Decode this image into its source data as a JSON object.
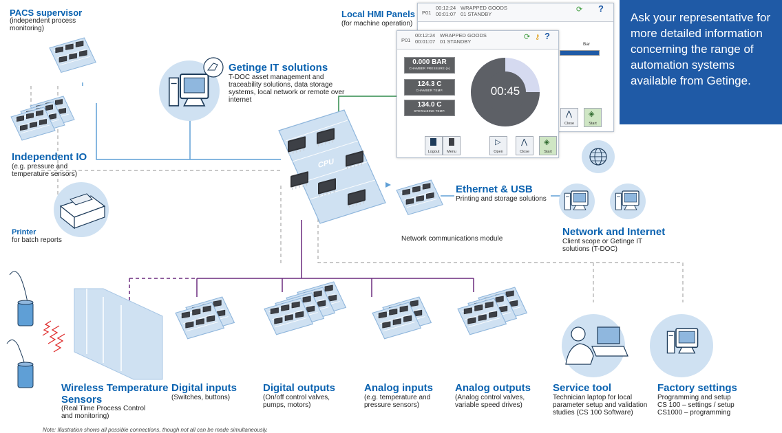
{
  "callout": {
    "text": "Ask your representative for more detailed information concerning the range of automation systems available from Getinge."
  },
  "pacs": {
    "title": "PACS supervisor",
    "sub": "(independent process monitoring)"
  },
  "hmi": {
    "title": "Local HMI Panels",
    "sub": "(for machine operation)",
    "back": {
      "id": "P01",
      "time1": "00:12:24",
      "time2": "00:01:07",
      "status1": "WRAPPED GOODS",
      "status2": "01 STANDBY",
      "unit": "Bar"
    },
    "front": {
      "id": "P01",
      "time1": "00:12:24",
      "time2": "00:01:07",
      "status1": "WRAPPED GOODS",
      "status2": "01 STANDBY",
      "stats": [
        {
          "value": "0.000 BAR",
          "label": "CHAMBER PRESSURE (e)"
        },
        {
          "value": "124.3 C",
          "label": "CHAMBER TEMP."
        },
        {
          "value": "134.0 C",
          "label": "STERILIZING TEMP."
        }
      ],
      "timer": "00:45",
      "timer_progress": 0.25,
      "buttons": {
        "logout": "Logout",
        "menu": "Menu",
        "open": "Open",
        "close": "Close",
        "start": "Start"
      }
    }
  },
  "getinge_it": {
    "title": "Getinge IT solutions",
    "sub": "T-DOC asset management and traceability solutions, data storage systems, local network or remote over internet"
  },
  "indep_io": {
    "title": "Independent IO",
    "sub": "(e.g. pressure and temperature sensors)"
  },
  "cpu_label": "CPU",
  "ethernet": {
    "title": "Ethernet & USB",
    "sub": "Printing and storage solutions"
  },
  "netmodule": "Network communications module",
  "network": {
    "title": "Network and Internet",
    "sub": "Client scope or Getinge IT solutions (T-DOC)"
  },
  "printer": {
    "title": "Printer",
    "sub": "for batch reports"
  },
  "wireless": {
    "title": "Wireless Temperature Sensors",
    "sub": "(Real Time Process Control and monitoring)"
  },
  "din": {
    "title": "Digital inputs",
    "sub": "(Switches, buttons)"
  },
  "dout": {
    "title": "Digital outputs",
    "sub": "(On/off control valves, pumps, motors)"
  },
  "ain": {
    "title": "Analog inputs",
    "sub": "(e.g. temperature and pressure sensors)"
  },
  "aout": {
    "title": "Analog outputs",
    "sub": "(Analog control valves, variable speed drives)"
  },
  "service": {
    "title": "Service tool",
    "sub": "Technician laptop for local parameter setup and validation studies (CS 100 Software)"
  },
  "factory": {
    "title": "Factory settings",
    "sub": "Programming and setup CS 100 – settings / setup CS1000 – programming"
  },
  "note": "Note: Illustration shows all possible connections, though not all can be made simultaneously.",
  "colors": {
    "brand_blue": "#0a62b0",
    "callout_bg": "#1f5aa6",
    "board_light": "#cfe1f2",
    "chip_dark": "#2f3136",
    "wire_purple": "#6b2b7e",
    "wire_green": "#2f8a4a",
    "wire_blue": "#5f9fd6",
    "dash_gray": "#a9a9a9"
  }
}
